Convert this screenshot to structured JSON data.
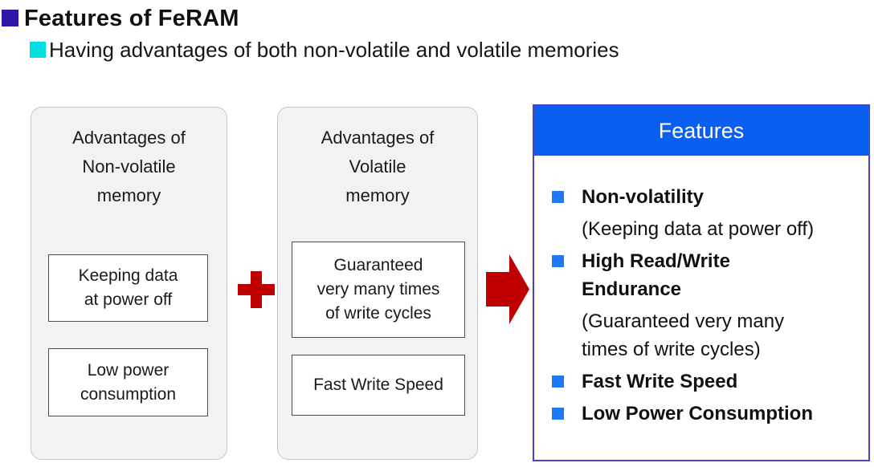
{
  "header": {
    "title": "Features of FeRAM",
    "subtitle": "Having advantages of both non-volatile and volatile memories"
  },
  "colors": {
    "title_bullet": "#2e17a8",
    "subtitle_bullet": "#00e1e1",
    "panel_bg": "#f2f2f2",
    "panel_border": "#c8c8c8",
    "accent_red": "#c00000",
    "features_border": "#4a44c4",
    "features_header_bg": "#0a5ef0",
    "feature_bullet": "#1e7af2"
  },
  "panels": {
    "nonvolatile": {
      "title": "Advantages of\nNon-volatile\nmemory",
      "boxes": [
        "Keeping data\nat power off",
        "Low power\nconsumption"
      ]
    },
    "volatile": {
      "title": "Advantages of\nVolatile\nmemory",
      "boxes": [
        "Guaranteed\nvery many times\nof write cycles",
        "Fast Write Speed"
      ]
    }
  },
  "connectors": {
    "plus": "plus",
    "arrow": "right-arrow"
  },
  "features": {
    "header": "Features",
    "items": [
      {
        "text": "Non-volatility",
        "bullet": true,
        "bold": true
      },
      {
        "text": "(Keeping data at power off)",
        "bullet": false,
        "bold": false
      },
      {
        "text": "High Read/Write\nEndurance",
        "bullet": true,
        "bold": true
      },
      {
        "text": "(Guaranteed very many\n times of write cycles)",
        "bullet": false,
        "bold": false
      },
      {
        "text": "Fast Write Speed",
        "bullet": true,
        "bold": true
      },
      {
        "text": "Low Power Consumption",
        "bullet": true,
        "bold": true
      }
    ]
  }
}
